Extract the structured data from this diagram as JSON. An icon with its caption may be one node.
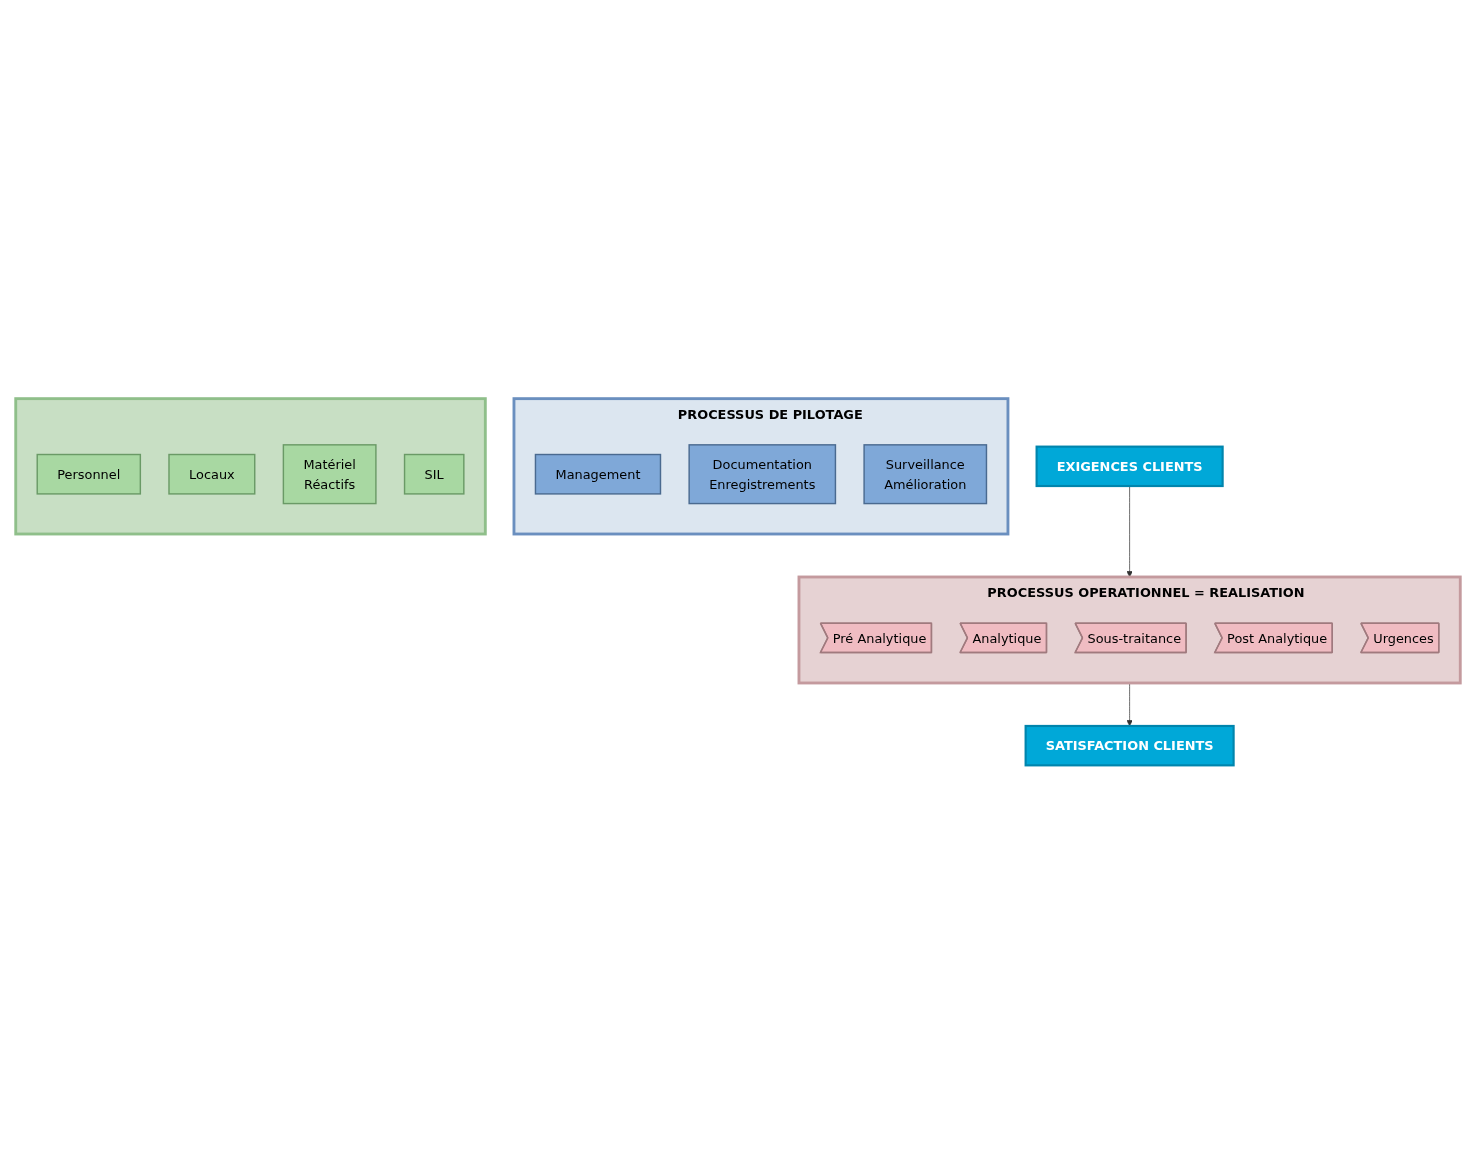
{
  "diagram": {
    "nodes": [
      {
        "text": [
          "EXIGENCES CLIENTS"
        ]
      },
      {
        "text": [
          "PROCESSUS DE PILOTAGE"
        ]
      },
      {
        "text": [
          "Management"
        ],
        "in": 1
      },
      {
        "text": [
          "Documentation",
          "Enregistrements"
        ],
        "in": 1
      },
      {
        "text": [
          "Surveillance",
          "Amélioration"
        ],
        "in": 1
      },
      {
        "text": [
          "PROCESSUS OPERATIONNEL = REALISATION"
        ]
      },
      {
        "text": [
          "Pré Analytique"
        ],
        "in": 5
      },
      {
        "text": [
          "Analytique"
        ],
        "in": 5
      },
      {
        "text": [
          "Sous-traitance"
        ],
        "in": 5
      },
      {
        "text": [
          "Post Analytique"
        ],
        "in": 5
      },
      {
        "text": [
          "Urgences"
        ],
        "in": 5
      },
      {
        "text": [],
        "shape": "box"
      },
      {
        "text": [
          "Personnel"
        ],
        "in": 11
      },
      {
        "text": [
          "Locaux"
        ],
        "in": 11
      },
      {
        "text": [
          "Matériel",
          "Réactifs"
        ],
        "in": 11
      },
      {
        "text": [
          "SIL"
        ],
        "in": 11
      },
      {
        "text": [
          "SATISFACTION CLIENTS"
        ]
      }
    ],
    "edges": [
      {
        "from": 0,
        "to": 5,
        "arrow": "to"
      },
      {
        "from": 5,
        "to": 16,
        "arrow": "to"
      }
    ]
  }
}
